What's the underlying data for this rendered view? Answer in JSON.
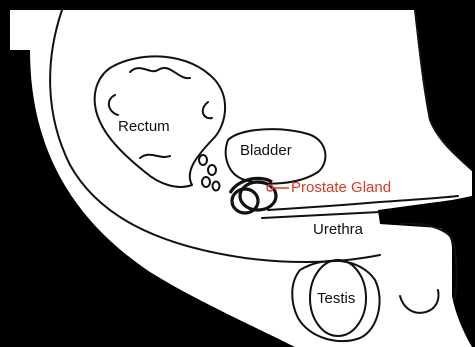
{
  "labels": {
    "rectum": "Rectum",
    "bladder": "Bladder",
    "prostate": "Prostate Gland",
    "urethra": "Urethra",
    "testis": "Testis"
  },
  "colors": {
    "background": "#000000",
    "body_fill": "#ffffff",
    "outline": "#111111",
    "label_text": "#111111",
    "highlight": "#e03a1e"
  }
}
